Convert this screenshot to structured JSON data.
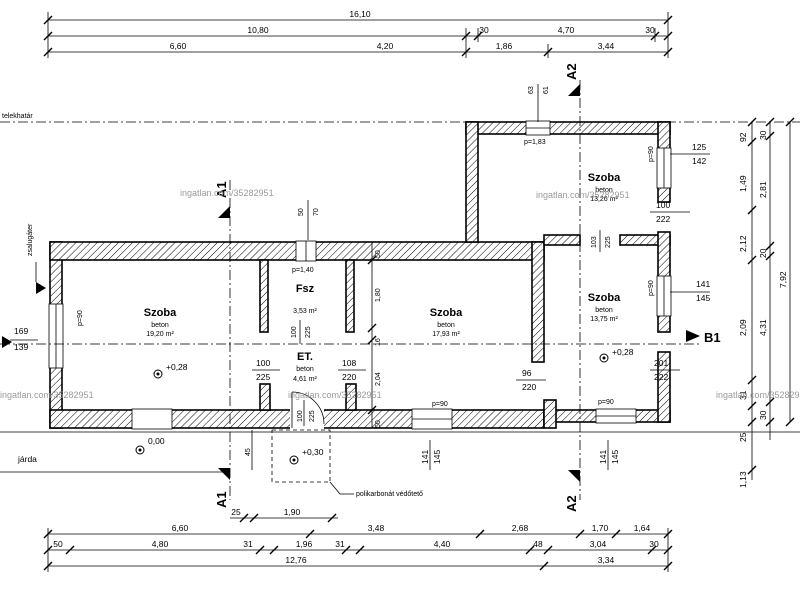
{
  "top_dims": {
    "row1": [
      "16,10"
    ],
    "row2": [
      "10,80",
      "30",
      "4,70",
      "30"
    ],
    "row3": [
      "6,60",
      "4,20",
      "1,86",
      "3,44"
    ]
  },
  "bottom_dims": {
    "row1": [
      "25",
      "1,90"
    ],
    "row2": [
      "6,60",
      "3,48",
      "2,68",
      "1,70",
      "1,64"
    ],
    "row3": [
      "50",
      "4,80",
      "31",
      "1,96",
      "31",
      "4,40",
      "48",
      "3,04",
      "30"
    ],
    "row4": [
      "12,76",
      "3,34"
    ]
  },
  "right_dims": {
    "col1": [
      "92",
      "1,49",
      "2,12",
      "2,09",
      "31",
      "25",
      "1,13"
    ],
    "col2": [
      "30",
      "2,81",
      "20",
      "4,31",
      "30"
    ],
    "col3": [
      "7,92"
    ]
  },
  "labels": {
    "boundary": "telekhatár",
    "shutter": "zsalugáter",
    "sidewalk": "járda",
    "canopy": "polikarbonát védőtető",
    "left_169": "169",
    "left_139": "139"
  },
  "rooms": {
    "room1": {
      "name": "Szoba",
      "material": "beton",
      "area": "19,20 m²"
    },
    "bath": {
      "name": "Fsz",
      "area": "3,53 m²"
    },
    "room2": {
      "name": "Szoba",
      "material": "beton",
      "area": "17,93 m²"
    },
    "room3": {
      "name": "Szoba",
      "material": "beton",
      "area": "13,26 m²"
    },
    "room4": {
      "name": "Szoba",
      "material": "beton",
      "area": "13,75 m²"
    },
    "hall": {
      "name": "ET.",
      "material": "beton",
      "area": "4,61 m²"
    }
  },
  "levels": {
    "l1": "+0,28",
    "l2": "+0,28",
    "l3": "0,00",
    "l4": "+0,30"
  },
  "openings": {
    "p183": "p=1,83",
    "p140": "p=1,40",
    "p90a": "p=90",
    "p90b": "p=90",
    "p90c": "p=90",
    "p90d": "p=90",
    "p90e": "p=90",
    "o63": "63",
    "o61": "61",
    "o50": "50",
    "o70": "70",
    "o125": "125",
    "o142": "142",
    "o100a": "100",
    "o222a": "222",
    "o103": "103",
    "o225a": "225",
    "o141a": "141",
    "o145a": "145",
    "o100b": "100",
    "o225b": "225",
    "o100c": "100",
    "o225c": "225",
    "o108": "108",
    "o220a": "220",
    "o96": "96",
    "o220b": "220",
    "o201": "201",
    "o222b": "222",
    "o141b": "141",
    "o145b": "145",
    "o141c": "141",
    "o145c": "145",
    "o100d": "100",
    "o225d": "225",
    "o50b": "50",
    "o45": "45"
  },
  "inner_dims": {
    "d50": "50",
    "d180": "1,80",
    "d16": "16",
    "d204": "2,04",
    "d50b": "50"
  },
  "sections": {
    "a1": "A1",
    "a2": "A2",
    "b1": "B1"
  },
  "watermark": "ingatlan.com/35282951"
}
